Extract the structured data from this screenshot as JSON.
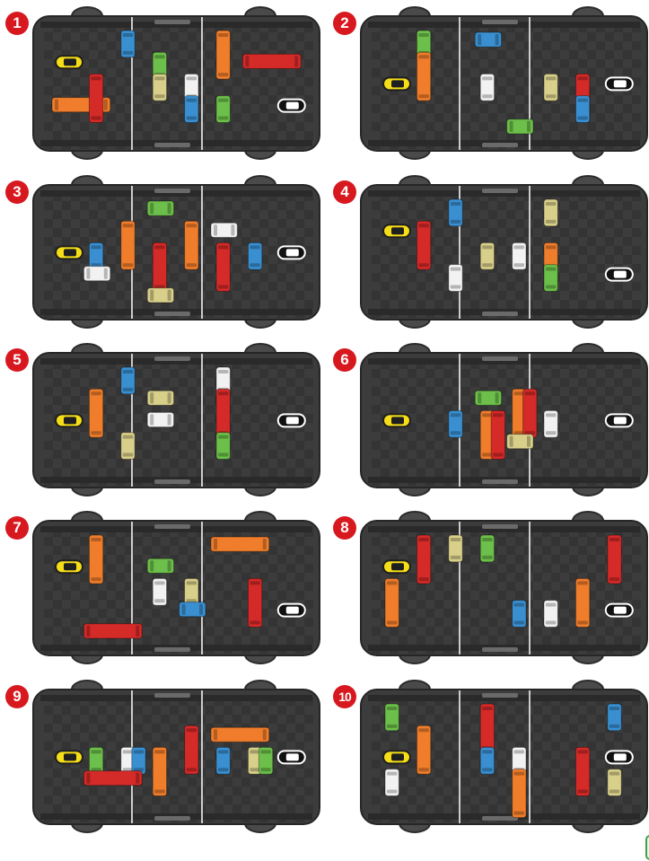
{
  "colors": {
    "board": "#3c3c3c",
    "tile_light": "#4a4a4a",
    "tile_dark": "#2f2f2f",
    "rail": "#2a2a2a",
    "divider": "#ffffff",
    "badge": "#d7191f",
    "red": "#d42a28",
    "orange": "#ef7d2b",
    "blue": "#3a8fd0",
    "green": "#6cbf4a",
    "tan": "#d8cf8a",
    "white": "#f2f2f2",
    "target_yellow": "#f5dd18",
    "exit_car": "#111111"
  },
  "puzzles": [
    {
      "number": "1",
      "pieces": [
        {
          "kind": "target",
          "col": 0,
          "row": 1,
          "len": 1,
          "dir": "h"
        },
        {
          "kind": "exit",
          "col": 7,
          "row": 3,
          "len": 1,
          "dir": "h"
        },
        {
          "kind": "blue",
          "col": 2,
          "row": 0,
          "len": 1,
          "dir": "v"
        },
        {
          "kind": "green",
          "col": 3,
          "row": 1,
          "len": 1,
          "dir": "v"
        },
        {
          "kind": "tan",
          "col": 3,
          "row": 2,
          "len": 1,
          "dir": "v"
        },
        {
          "kind": "white",
          "col": 4,
          "row": 2,
          "len": 1,
          "dir": "v"
        },
        {
          "kind": "blue",
          "col": 4,
          "row": 3,
          "len": 1,
          "dir": "v"
        },
        {
          "kind": "green",
          "col": 5,
          "row": 3,
          "len": 1,
          "dir": "v"
        },
        {
          "kind": "orange",
          "col": 5,
          "row": 0,
          "len": 2,
          "dir": "v"
        },
        {
          "kind": "red",
          "col": 6,
          "row": 1,
          "len": 2,
          "dir": "h"
        },
        {
          "kind": "orange",
          "col": 0,
          "row": 3,
          "len": 2,
          "dir": "h"
        },
        {
          "kind": "red",
          "col": 1,
          "row": 2,
          "len": 2,
          "dir": "v"
        }
      ]
    },
    {
      "number": "2",
      "pieces": [
        {
          "kind": "target",
          "col": 0,
          "row": 2,
          "len": 1,
          "dir": "h"
        },
        {
          "kind": "exit",
          "col": 7,
          "row": 2,
          "len": 1,
          "dir": "h"
        },
        {
          "kind": "green",
          "col": 1,
          "row": 0,
          "len": 1,
          "dir": "v"
        },
        {
          "kind": "orange",
          "col": 1,
          "row": 1,
          "len": 2,
          "dir": "v"
        },
        {
          "kind": "blue",
          "col": 3,
          "row": 0,
          "len": 1,
          "dir": "h"
        },
        {
          "kind": "white",
          "col": 3,
          "row": 2,
          "len": 1,
          "dir": "v"
        },
        {
          "kind": "tan",
          "col": 5,
          "row": 2,
          "len": 1,
          "dir": "v"
        },
        {
          "kind": "green",
          "col": 4,
          "row": 4,
          "len": 1,
          "dir": "h"
        },
        {
          "kind": "red",
          "col": 6,
          "row": 2,
          "len": 2,
          "dir": "v"
        },
        {
          "kind": "blue",
          "col": 6,
          "row": 3,
          "len": 1,
          "dir": "v"
        }
      ]
    },
    {
      "number": "3",
      "pieces": [
        {
          "kind": "target",
          "col": 0,
          "row": 2,
          "len": 1,
          "dir": "h"
        },
        {
          "kind": "exit",
          "col": 7,
          "row": 2,
          "len": 1,
          "dir": "h"
        },
        {
          "kind": "orange",
          "col": 2,
          "row": 1,
          "len": 2,
          "dir": "v"
        },
        {
          "kind": "blue",
          "col": 1,
          "row": 2,
          "len": 1,
          "dir": "v"
        },
        {
          "kind": "white",
          "col": 1,
          "row": 3,
          "len": 1,
          "dir": "h"
        },
        {
          "kind": "green",
          "col": 3,
          "row": 0,
          "len": 1,
          "dir": "h"
        },
        {
          "kind": "orange",
          "col": 4,
          "row": 1,
          "len": 2,
          "dir": "v"
        },
        {
          "kind": "red",
          "col": 3,
          "row": 2,
          "len": 2,
          "dir": "v"
        },
        {
          "kind": "tan",
          "col": 3,
          "row": 4,
          "len": 1,
          "dir": "h"
        },
        {
          "kind": "white",
          "col": 5,
          "row": 1,
          "len": 1,
          "dir": "h"
        },
        {
          "kind": "red",
          "col": 5,
          "row": 2,
          "len": 2,
          "dir": "v"
        },
        {
          "kind": "blue",
          "col": 6,
          "row": 2,
          "len": 1,
          "dir": "v"
        }
      ]
    },
    {
      "number": "4",
      "pieces": [
        {
          "kind": "target",
          "col": 0,
          "row": 1,
          "len": 1,
          "dir": "h"
        },
        {
          "kind": "exit",
          "col": 7,
          "row": 3,
          "len": 1,
          "dir": "h"
        },
        {
          "kind": "blue",
          "col": 2,
          "row": 0,
          "len": 1,
          "dir": "v"
        },
        {
          "kind": "red",
          "col": 1,
          "row": 1,
          "len": 2,
          "dir": "v"
        },
        {
          "kind": "tan",
          "col": 3,
          "row": 2,
          "len": 1,
          "dir": "v"
        },
        {
          "kind": "white",
          "col": 2,
          "row": 3,
          "len": 1,
          "dir": "v"
        },
        {
          "kind": "white",
          "col": 4,
          "row": 2,
          "len": 1,
          "dir": "v"
        },
        {
          "kind": "tan",
          "col": 5,
          "row": 0,
          "len": 1,
          "dir": "v"
        },
        {
          "kind": "orange",
          "col": 5,
          "row": 2,
          "len": 2,
          "dir": "v"
        },
        {
          "kind": "green",
          "col": 5,
          "row": 3,
          "len": 1,
          "dir": "v"
        }
      ]
    },
    {
      "number": "5",
      "pieces": [
        {
          "kind": "target",
          "col": 0,
          "row": 2,
          "len": 1,
          "dir": "h"
        },
        {
          "kind": "exit",
          "col": 7,
          "row": 2,
          "len": 1,
          "dir": "h"
        },
        {
          "kind": "blue",
          "col": 2,
          "row": 0,
          "len": 1,
          "dir": "v"
        },
        {
          "kind": "orange",
          "col": 1,
          "row": 1,
          "len": 2,
          "dir": "v"
        },
        {
          "kind": "tan",
          "col": 2,
          "row": 3,
          "len": 1,
          "dir": "v"
        },
        {
          "kind": "tan",
          "col": 3,
          "row": 1,
          "len": 1,
          "dir": "h"
        },
        {
          "kind": "white",
          "col": 3,
          "row": 2,
          "len": 1,
          "dir": "h"
        },
        {
          "kind": "white",
          "col": 5,
          "row": 0,
          "len": 1,
          "dir": "v"
        },
        {
          "kind": "red",
          "col": 5,
          "row": 1,
          "len": 2,
          "dir": "v"
        },
        {
          "kind": "green",
          "col": 5,
          "row": 3,
          "len": 1,
          "dir": "v"
        }
      ]
    },
    {
      "number": "6",
      "pieces": [
        {
          "kind": "target",
          "col": 0,
          "row": 2,
          "len": 1,
          "dir": "h"
        },
        {
          "kind": "exit",
          "col": 7,
          "row": 2,
          "len": 1,
          "dir": "h"
        },
        {
          "kind": "blue",
          "col": 2,
          "row": 2,
          "len": 1,
          "dir": "v"
        },
        {
          "kind": "green",
          "col": 3,
          "row": 1,
          "len": 1,
          "dir": "h"
        },
        {
          "kind": "orange",
          "col": 3,
          "row": 2,
          "len": 2,
          "dir": "v"
        },
        {
          "kind": "red",
          "col": 3,
          "row": 2,
          "len": 2,
          "dir": "v",
          "offset": 1
        },
        {
          "kind": "orange",
          "col": 4,
          "row": 1,
          "len": 2,
          "dir": "v"
        },
        {
          "kind": "red",
          "col": 4,
          "row": 1,
          "len": 2,
          "dir": "v",
          "offset": 1
        },
        {
          "kind": "white",
          "col": 5,
          "row": 2,
          "len": 1,
          "dir": "v"
        },
        {
          "kind": "tan",
          "col": 4,
          "row": 3,
          "len": 1,
          "dir": "h"
        }
      ]
    },
    {
      "number": "7",
      "pieces": [
        {
          "kind": "target",
          "col": 0,
          "row": 1,
          "len": 1,
          "dir": "h"
        },
        {
          "kind": "exit",
          "col": 7,
          "row": 3,
          "len": 1,
          "dir": "h"
        },
        {
          "kind": "orange",
          "col": 1,
          "row": 0,
          "len": 2,
          "dir": "v"
        },
        {
          "kind": "green",
          "col": 3,
          "row": 1,
          "len": 1,
          "dir": "h"
        },
        {
          "kind": "white",
          "col": 3,
          "row": 2,
          "len": 1,
          "dir": "v"
        },
        {
          "kind": "tan",
          "col": 4,
          "row": 2,
          "len": 1,
          "dir": "v"
        },
        {
          "kind": "blue",
          "col": 4,
          "row": 3,
          "len": 1,
          "dir": "h"
        },
        {
          "kind": "orange",
          "col": 5,
          "row": 0,
          "len": 2,
          "dir": "h"
        },
        {
          "kind": "red",
          "col": 6,
          "row": 2,
          "len": 2,
          "dir": "v"
        },
        {
          "kind": "red",
          "col": 1,
          "row": 4,
          "len": 2,
          "dir": "h"
        }
      ]
    },
    {
      "number": "8",
      "pieces": [
        {
          "kind": "target",
          "col": 0,
          "row": 1,
          "len": 1,
          "dir": "h"
        },
        {
          "kind": "exit",
          "col": 7,
          "row": 3,
          "len": 1,
          "dir": "h"
        },
        {
          "kind": "red",
          "col": 1,
          "row": 0,
          "len": 2,
          "dir": "v"
        },
        {
          "kind": "tan",
          "col": 2,
          "row": 0,
          "len": 1,
          "dir": "v"
        },
        {
          "kind": "green",
          "col": 3,
          "row": 0,
          "len": 1,
          "dir": "v"
        },
        {
          "kind": "orange",
          "col": 0,
          "row": 2,
          "len": 2,
          "dir": "v"
        },
        {
          "kind": "blue",
          "col": 4,
          "row": 3,
          "len": 1,
          "dir": "v"
        },
        {
          "kind": "white",
          "col": 5,
          "row": 3,
          "len": 1,
          "dir": "v"
        },
        {
          "kind": "orange",
          "col": 6,
          "row": 2,
          "len": 2,
          "dir": "v"
        },
        {
          "kind": "red",
          "col": 7,
          "row": 0,
          "len": 2,
          "dir": "v"
        }
      ]
    },
    {
      "number": "9",
      "pieces": [
        {
          "kind": "target",
          "col": 0,
          "row": 2,
          "len": 1,
          "dir": "h"
        },
        {
          "kind": "exit",
          "col": 7,
          "row": 2,
          "len": 1,
          "dir": "h"
        },
        {
          "kind": "green",
          "col": 1,
          "row": 2,
          "len": 1,
          "dir": "v"
        },
        {
          "kind": "white",
          "col": 2,
          "row": 2,
          "len": 1,
          "dir": "v"
        },
        {
          "kind": "blue",
          "col": 2,
          "row": 2,
          "len": 1,
          "dir": "v",
          "offset": 1
        },
        {
          "kind": "orange",
          "col": 3,
          "row": 2,
          "len": 2,
          "dir": "v"
        },
        {
          "kind": "red",
          "col": 1,
          "row": 3,
          "len": 2,
          "dir": "h"
        },
        {
          "kind": "red",
          "col": 4,
          "row": 1,
          "len": 2,
          "dir": "v"
        },
        {
          "kind": "orange",
          "col": 5,
          "row": 1,
          "len": 2,
          "dir": "h"
        },
        {
          "kind": "blue",
          "col": 5,
          "row": 2,
          "len": 1,
          "dir": "v"
        },
        {
          "kind": "tan",
          "col": 6,
          "row": 2,
          "len": 1,
          "dir": "v"
        },
        {
          "kind": "green",
          "col": 6,
          "row": 2,
          "len": 1,
          "dir": "v",
          "offset": 1
        }
      ]
    },
    {
      "number": "10",
      "pieces": [
        {
          "kind": "target",
          "col": 0,
          "row": 2,
          "len": 1,
          "dir": "h"
        },
        {
          "kind": "exit",
          "col": 7,
          "row": 2,
          "len": 1,
          "dir": "h"
        },
        {
          "kind": "green",
          "col": 0,
          "row": 0,
          "len": 1,
          "dir": "v"
        },
        {
          "kind": "orange",
          "col": 1,
          "row": 1,
          "len": 2,
          "dir": "v"
        },
        {
          "kind": "white",
          "col": 0,
          "row": 3,
          "len": 1,
          "dir": "v"
        },
        {
          "kind": "red",
          "col": 3,
          "row": 0,
          "len": 2,
          "dir": "v"
        },
        {
          "kind": "blue",
          "col": 3,
          "row": 2,
          "len": 1,
          "dir": "v"
        },
        {
          "kind": "white",
          "col": 4,
          "row": 2,
          "len": 1,
          "dir": "v"
        },
        {
          "kind": "orange",
          "col": 4,
          "row": 3,
          "len": 2,
          "dir": "v"
        },
        {
          "kind": "red",
          "col": 6,
          "row": 2,
          "len": 2,
          "dir": "v"
        },
        {
          "kind": "blue",
          "col": 7,
          "row": 0,
          "len": 1,
          "dir": "v"
        },
        {
          "kind": "tan",
          "col": 7,
          "row": 3,
          "len": 1,
          "dir": "v"
        }
      ]
    }
  ]
}
